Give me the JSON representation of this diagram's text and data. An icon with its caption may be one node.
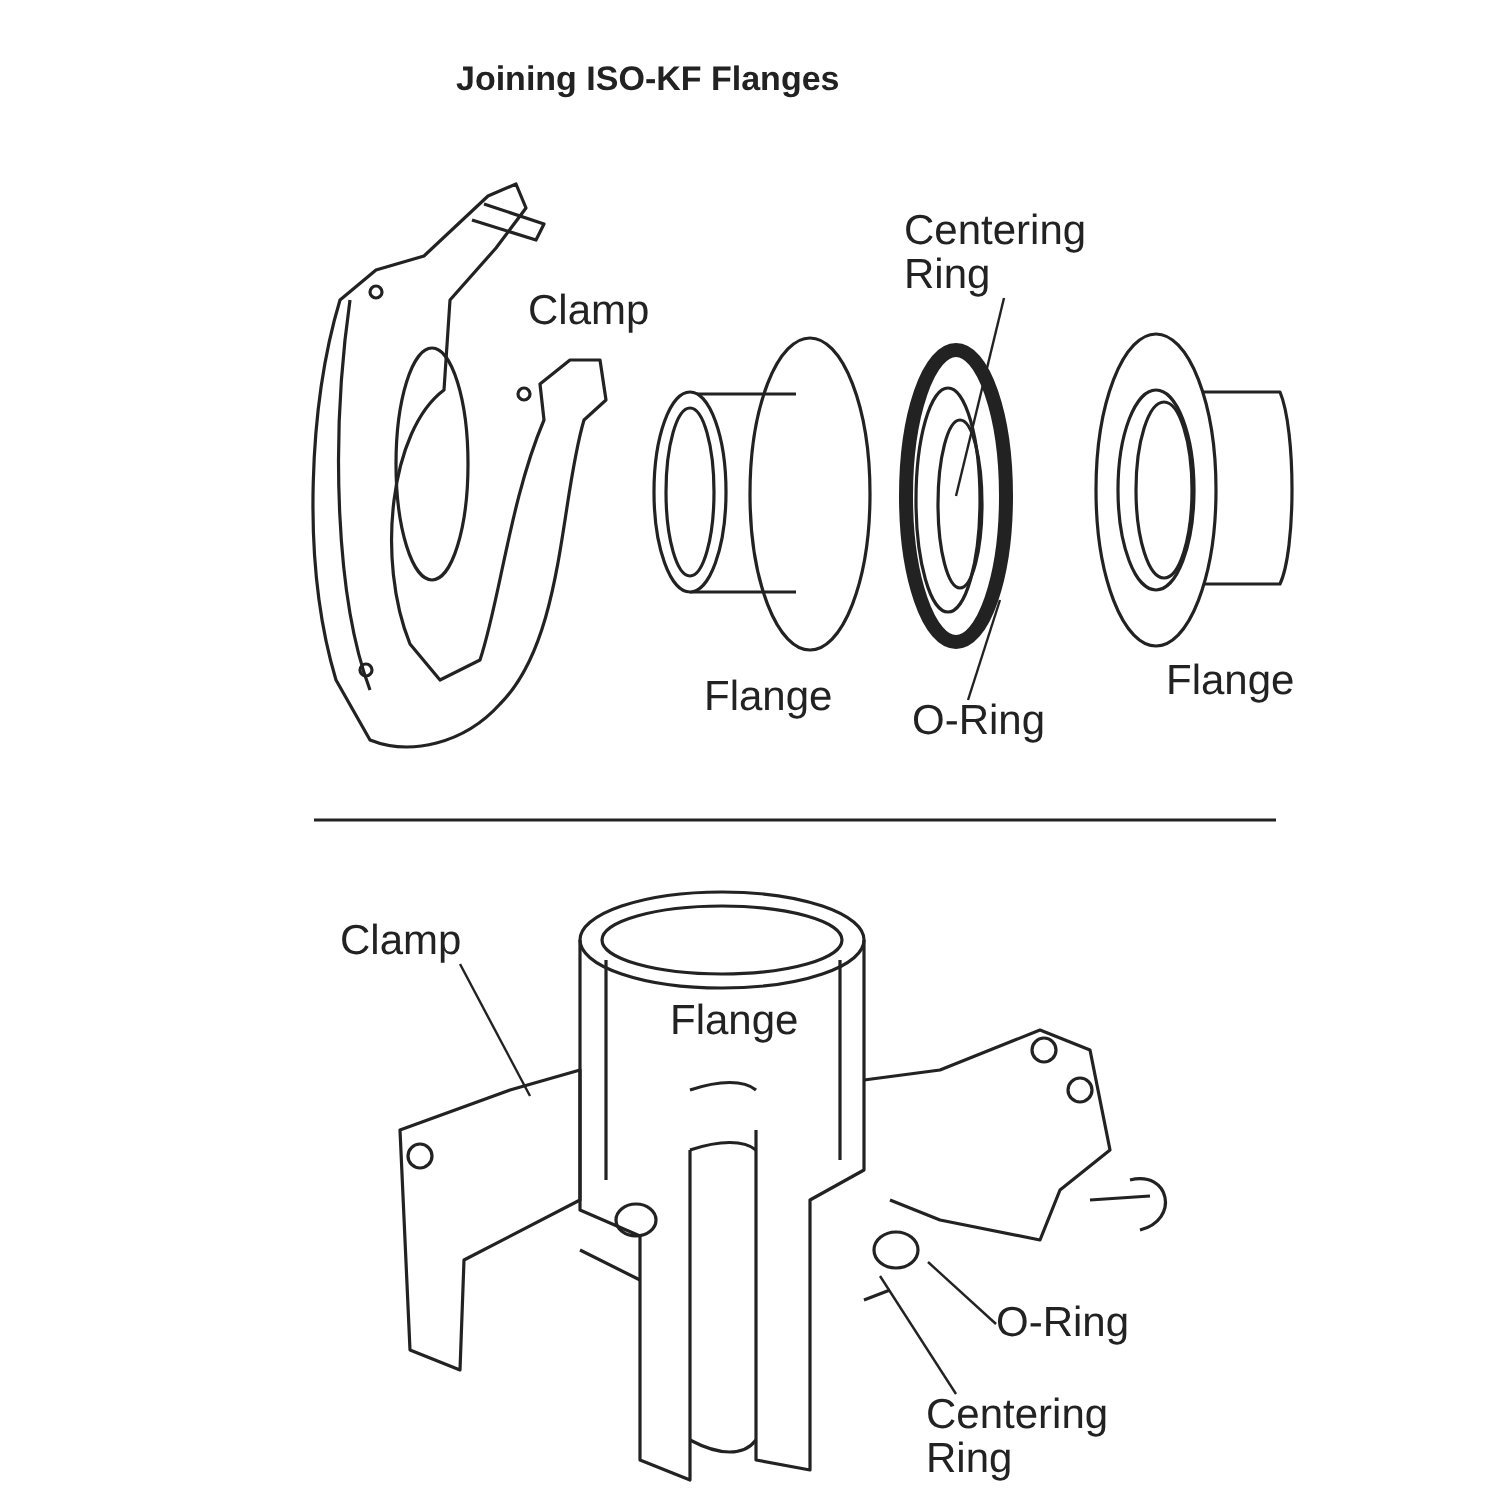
{
  "diagram": {
    "title": "Joining ISO-KF Flanges",
    "nodes": [
      {
        "text": [
          "Centering Ring"
        ]
      },
      {
        "text": [
          "O-Ring"
        ]
      },
      {
        "text": [
          "Clamp"
        ]
      },
      {
        "text": [
          "O-Ring"
        ]
      },
      {
        "text": [
          "Centering Ring"
        ]
      }
    ],
    "edges": [
      {
        "from": 0,
        "to": null,
        "arrow": "none"
      },
      {
        "from": 1,
        "to": null,
        "arrow": "none"
      },
      {
        "from": 2,
        "to": null,
        "arrow": "none"
      },
      {
        "from": 3,
        "to": null,
        "arrow": "none"
      },
      {
        "from": 4,
        "to": null,
        "arrow": "none"
      }
    ],
    "labels": [
      "Clamp",
      "Flange",
      "Flange",
      "Flange"
    ]
  }
}
